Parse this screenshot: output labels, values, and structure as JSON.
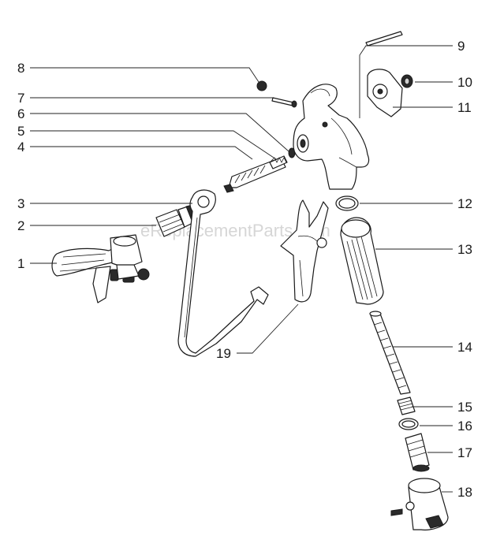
{
  "diagram": {
    "watermark": "eReplacementParts.com",
    "callouts": [
      "1",
      "2",
      "3",
      "4",
      "5",
      "6",
      "7",
      "8",
      "9",
      "10",
      "11",
      "12",
      "13",
      "14",
      "15",
      "16",
      "17",
      "18",
      "19"
    ]
  }
}
